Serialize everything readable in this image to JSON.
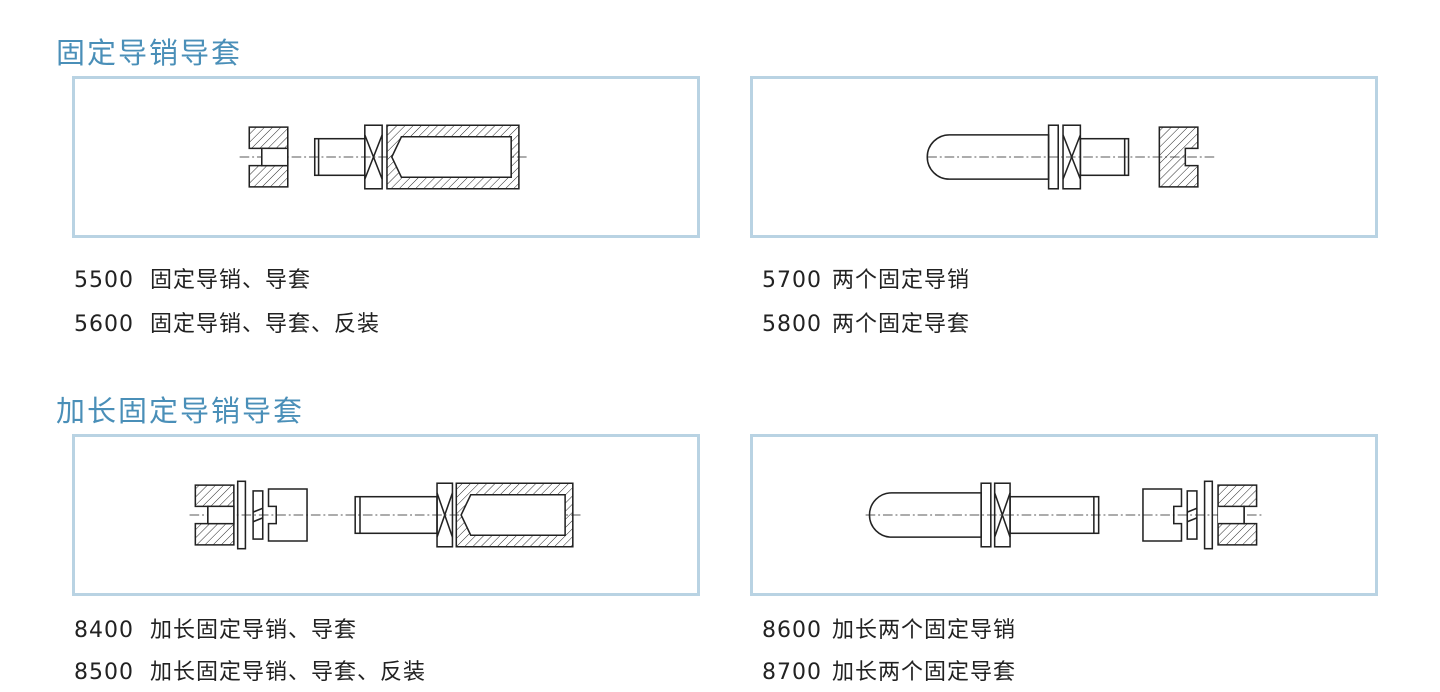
{
  "section1": {
    "title": "固定导销导套",
    "left_items": [
      {
        "code": "5500",
        "label": "固定导销、导套"
      },
      {
        "code": "5600",
        "label": "固定导销、导套、反装"
      }
    ],
    "right_items": [
      {
        "code": "5700",
        "label": "两个固定导销"
      },
      {
        "code": "5800",
        "label": "两个固定导套"
      }
    ]
  },
  "section2": {
    "title": "加长固定导销导套",
    "left_items": [
      {
        "code": "8400",
        "label": "加长固定导销、导套"
      },
      {
        "code": "8500",
        "label": "加长固定导销、导套、反装"
      }
    ],
    "right_items": [
      {
        "code": "8600",
        "label": "加长两个固定导销"
      },
      {
        "code": "8700",
        "label": "加长两个固定导套"
      }
    ]
  },
  "colors": {
    "heading": "#4a8fb8",
    "panel_border": "#b9d3e3",
    "drawing_line": "#222222"
  }
}
